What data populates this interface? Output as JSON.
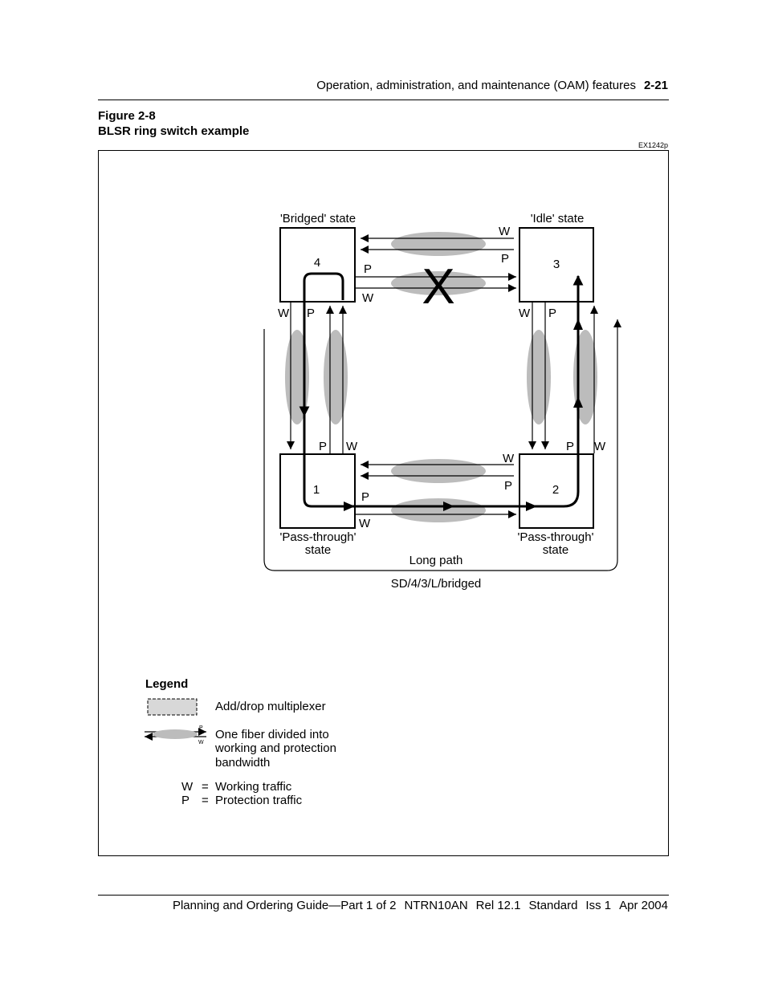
{
  "header": {
    "section_title": "Operation, administration, and maintenance (OAM) features",
    "page_number": "2-21"
  },
  "figure": {
    "number": "Figure 2-8",
    "title": "BLSR ring switch example",
    "code": "EX1242p"
  },
  "diagram": {
    "nodes": [
      {
        "id": "4",
        "state_label": "'Bridged' state"
      },
      {
        "id": "3",
        "state_label": "'Idle' state"
      },
      {
        "id": "1",
        "state_label_line1": "'Pass-through'",
        "state_label_line2": "state"
      },
      {
        "id": "2",
        "state_label_line1": "'Pass-through'",
        "state_label_line2": "state"
      }
    ],
    "w": "W",
    "p": "P",
    "break_mark": "X",
    "long_path_label": "Long path",
    "path_id": "SD/4/3/L/bridged"
  },
  "legend": {
    "title": "Legend",
    "adm_label": "Add/drop multiplexer",
    "fiber_label_line1": "One fiber divided into",
    "fiber_label_line2": "working and protection",
    "fiber_label_line3": "bandwidth",
    "fiber_p": "P",
    "fiber_w": "W",
    "w_key": "W",
    "w_eq": "=",
    "w_desc": "Working traffic",
    "p_key": "P",
    "p_eq": "=",
    "p_desc": "Protection traffic"
  },
  "footer": {
    "guide": "Planning and Ordering Guide—Part 1 of 2",
    "doc_number": "NTRN10AN",
    "release": "Rel 12.1",
    "status": "Standard",
    "issue": "Iss 1",
    "date": "Apr 2004"
  },
  "colors": {
    "ellipse_fill": "#bcbcbc",
    "adm_fill": "#d8d8d8"
  }
}
